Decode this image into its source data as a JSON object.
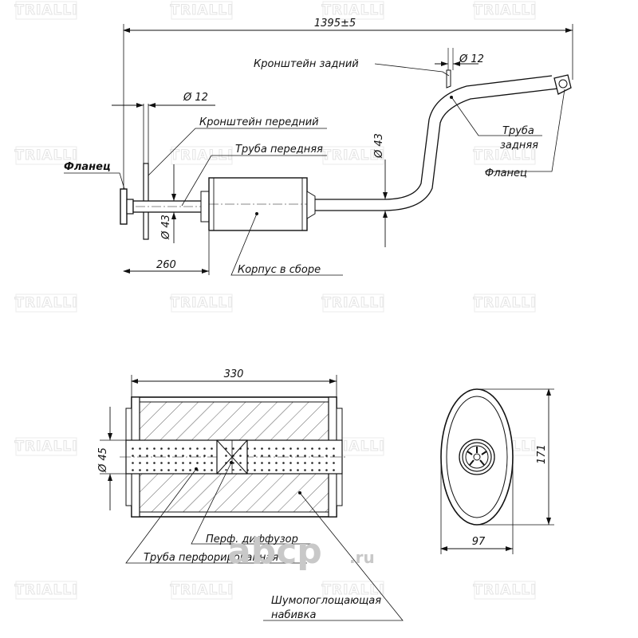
{
  "watermark": {
    "text": "TRIALLI"
  },
  "logo": {
    "text": "abcp",
    "suffix": ".ru",
    "color": "#c8c8c8"
  },
  "top_view": {
    "overall_length": "1395±5",
    "rear_bracket_label": "Кронштейн задний",
    "rear_bracket_diameter": "Ø 12",
    "front_bracket_diameter": "Ø 12",
    "front_bracket_label": "Кронштейн передний",
    "front_pipe_label": "Труба передняя",
    "flange_left_label": "Фланец",
    "pipe_diameter_right": "Ø 43",
    "pipe_diameter_left": "Ø 43",
    "rear_pipe_label_1": "Труба",
    "rear_pipe_label_2": "задняя",
    "flange_right_label": "Фланец",
    "front_length": "260",
    "body_label": "Корпус в сборе"
  },
  "section_view": {
    "length": "330",
    "diameter": "Ø 45",
    "diffuser_label": "Перф. диффузор",
    "perforated_pipe_label": "Труба  перфорированная",
    "packing_label_1": "Шумопоглощающая",
    "packing_label_2": "набивка"
  },
  "end_view": {
    "height": "171",
    "width": "97"
  }
}
